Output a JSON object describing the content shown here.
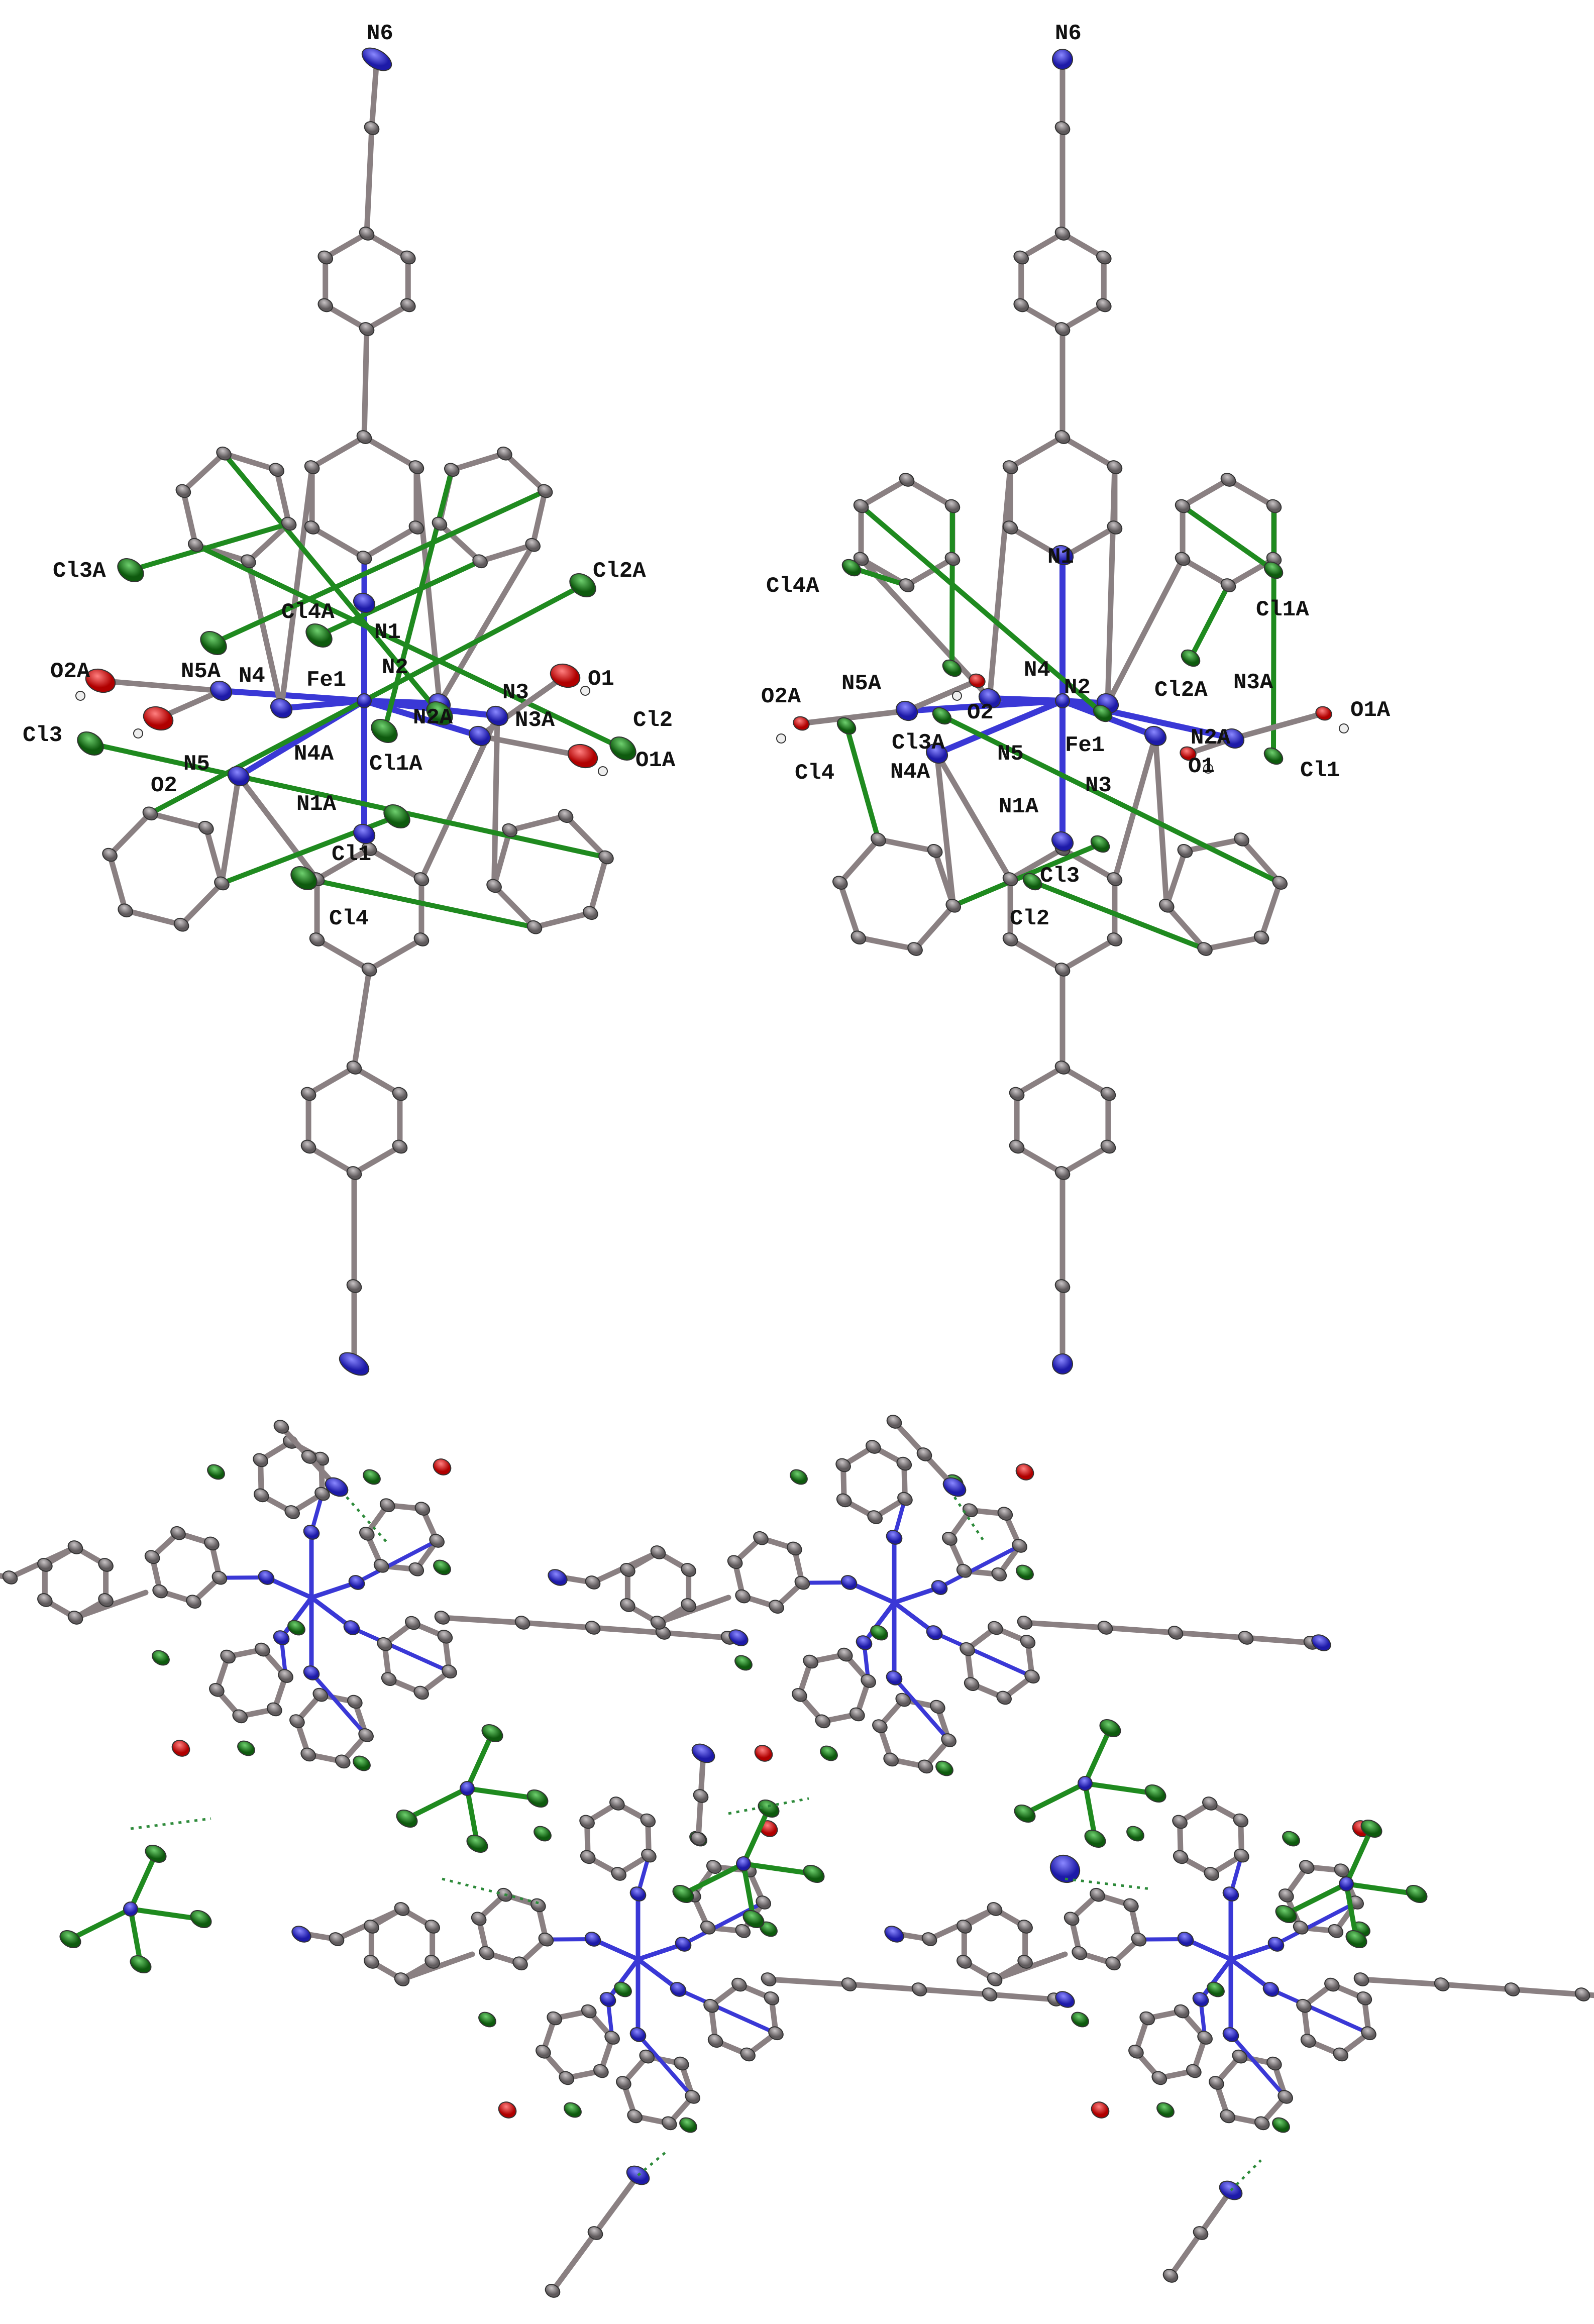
{
  "panels": [
    {
      "id": "top-left",
      "labels": [
        "N6",
        "Cl3A",
        "Cl4A",
        "Cl2A",
        "N1",
        "O2A",
        "N5A",
        "N4",
        "Fe1",
        "N2",
        "N3",
        "O1",
        "Cl3",
        "N5",
        "N4A",
        "N2A",
        "N3A",
        "Cl2",
        "O1A",
        "O2",
        "Cl1A",
        "N1A",
        "Cl1",
        "Cl4"
      ]
    },
    {
      "id": "top-right",
      "labels": [
        "N6",
        "N1",
        "Cl4A",
        "Cl1A",
        "O2A",
        "N5A",
        "O2",
        "N4",
        "N2",
        "Cl2A",
        "N3A",
        "O1A",
        "Cl3A",
        "N5",
        "Fe1",
        "N2A",
        "Cl4",
        "N4A",
        "N3",
        "O1",
        "Cl1",
        "N1A",
        "Cl3",
        "Cl2"
      ]
    }
  ],
  "colors": {
    "carbon": "#7f7a7c",
    "nitrogen": "#3a38d6",
    "chlorine": "#1f8a1f",
    "oxygen": "#e02020",
    "hydrogen": "#e8e8e8",
    "bond": "#8a8082",
    "hbond": "#2d8a3a"
  },
  "packing": {
    "description_labels": []
  }
}
